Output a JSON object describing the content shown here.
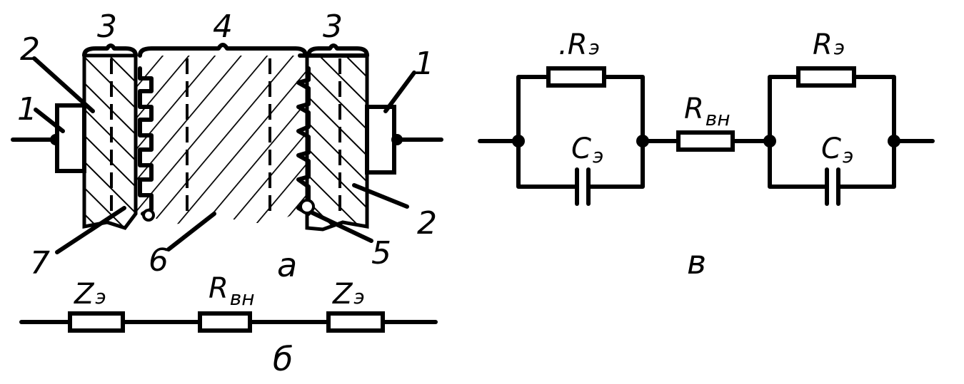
{
  "figure_a": {
    "caption": "а",
    "labels": {
      "l1_left": "1",
      "l1_right": "1",
      "l2_left": "2",
      "l2_right": "2",
      "l3_left": "3",
      "l3_right": "3",
      "l4": "4",
      "l5": "5",
      "l6": "6",
      "l7": "7"
    }
  },
  "figure_b": {
    "caption": "б",
    "z_left": {
      "main": "Z",
      "sub": "э"
    },
    "r_mid": {
      "main": "R",
      "sub": "вн"
    },
    "z_right": {
      "main": "Z",
      "sub": "э"
    }
  },
  "figure_c": {
    "caption": "в",
    "r_left": {
      "prefix": ".",
      "main": "R",
      "sub": "э"
    },
    "c_left": {
      "main": "C",
      "sub": "э"
    },
    "r_mid": {
      "main": "R",
      "sub": "вн"
    },
    "r_right": {
      "main": "R",
      "sub": "э"
    },
    "c_right": {
      "main": "C",
      "sub": "э"
    }
  }
}
